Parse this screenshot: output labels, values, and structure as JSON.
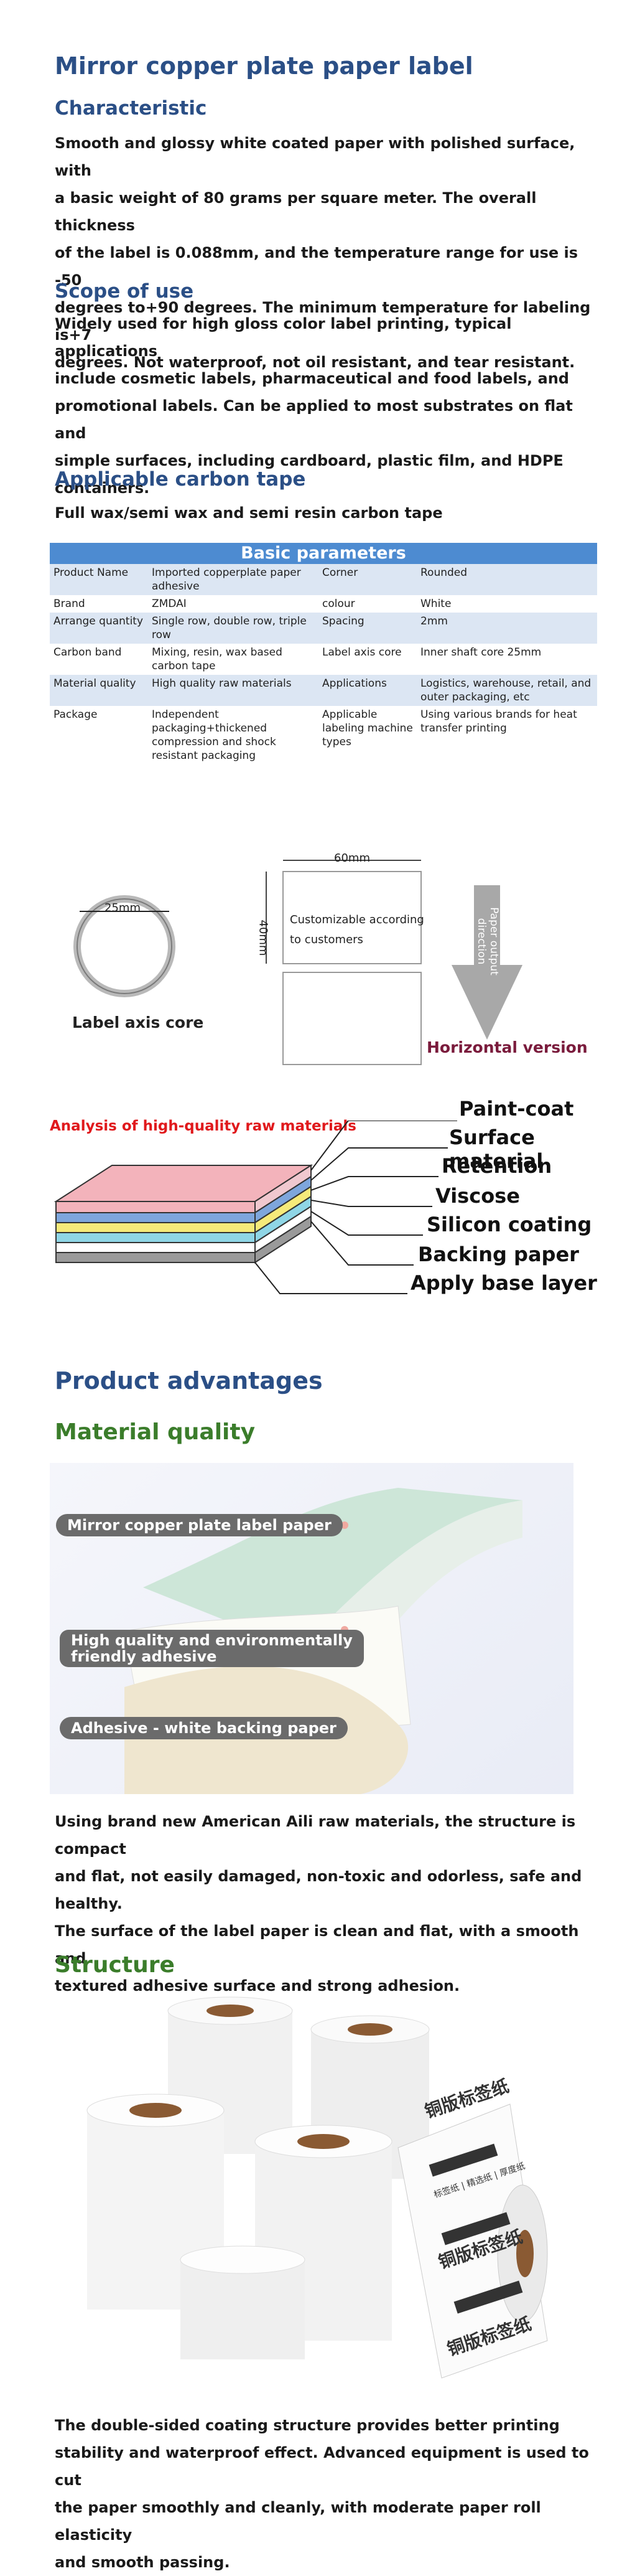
{
  "title": "Mirror copper plate paper label",
  "characteristic": {
    "heading": "Characteristic",
    "lines": [
      "Smooth and glossy white coated paper with polished surface, with",
      "a basic weight of 80 grams per square meter. The overall thickness",
      "of the label is 0.088mm, and the temperature range for use is -50",
      "degrees to+90 degrees. The minimum temperature for labeling is+7",
      "degrees. Not waterproof, not oil resistant, and tear resistant."
    ]
  },
  "scope": {
    "heading": "Scope of use",
    "lines": [
      "Widely used for high gloss color label printing, typical applications",
      "include cosmetic labels, pharmaceutical and food labels, and",
      "promotional labels. Can be applied to most substrates on flat and",
      "simple surfaces, including cardboard, plastic film, and HDPE",
      "containers."
    ]
  },
  "carbon": {
    "heading": "Applicable carbon tape",
    "text": "Full wax/semi wax and semi resin carbon tape"
  },
  "params": {
    "title": "Basic parameters",
    "rows": [
      [
        "Product Name",
        "Imported copperplate paper adhesive",
        "Corner",
        "Rounded"
      ],
      [
        "Brand",
        "ZMDAI",
        "colour",
        "White"
      ],
      [
        "Arrange quantity",
        "Single row, double row, triple row",
        "Spacing",
        "2mm"
      ],
      [
        "Carbon band",
        "Mixing, resin, wax based carbon tape",
        "Label axis core",
        "Inner shaft core 25mm"
      ],
      [
        "Material quality",
        "High quality raw materials",
        "Applications",
        "Logistics, warehouse, retail, and outer packaging, etc"
      ],
      [
        "Package",
        "Independent packaging+thickened compression and shock resistant packaging",
        "Applicable labeling machine types",
        "Using various brands for heat transfer printing"
      ]
    ]
  },
  "dims": {
    "core_size": "25mm",
    "core_label": "Label axis core",
    "width": "60mm",
    "height": "40mm",
    "custom_text_1": "Customizable according",
    "custom_text_2": "to customers",
    "arrow_text": "Paper output direction",
    "version": "Horizontal version"
  },
  "analysis": {
    "title": "Analysis of high-quality raw materials",
    "layers": [
      "Paint-coat",
      "Surface material",
      "Retention",
      "Viscose",
      "Silicon coating",
      "Backing paper",
      "Apply base layer"
    ],
    "colors": {
      "red": "#e0191c",
      "pink": "#f3b3bb",
      "blue": "#7ea6dc",
      "yellow": "#f6ea7a",
      "cyan": "#8fd6e6",
      "grey": "#9a9a9a"
    }
  },
  "advantages": {
    "heading": "Product advantages",
    "material": {
      "heading": "Material quality",
      "pill1": "Mirror copper plate label paper",
      "pill2_l1": "High quality and environmentally",
      "pill2_l2": "friendly adhesive",
      "pill3": "Adhesive - white backing paper",
      "lines": [
        "Using brand new American Aili raw materials, the structure is compact",
        "and flat, not easily damaged, non-toxic and odorless, safe and healthy.",
        "The surface of the label paper is clean and flat, with a smooth and",
        "textured adhesive surface and strong adhesion."
      ]
    },
    "structure": {
      "heading": "Structure",
      "roll_text": "铜版标签纸",
      "roll_sub": "标签纸 | 精选纸 | 厚度纸",
      "lines": [
        "The double-sided coating structure provides better printing",
        "stability and waterproof effect. Advanced equipment is used to cut",
        "the paper smoothly and cleanly, with moderate paper roll elasticity",
        "and smooth passing."
      ]
    }
  }
}
